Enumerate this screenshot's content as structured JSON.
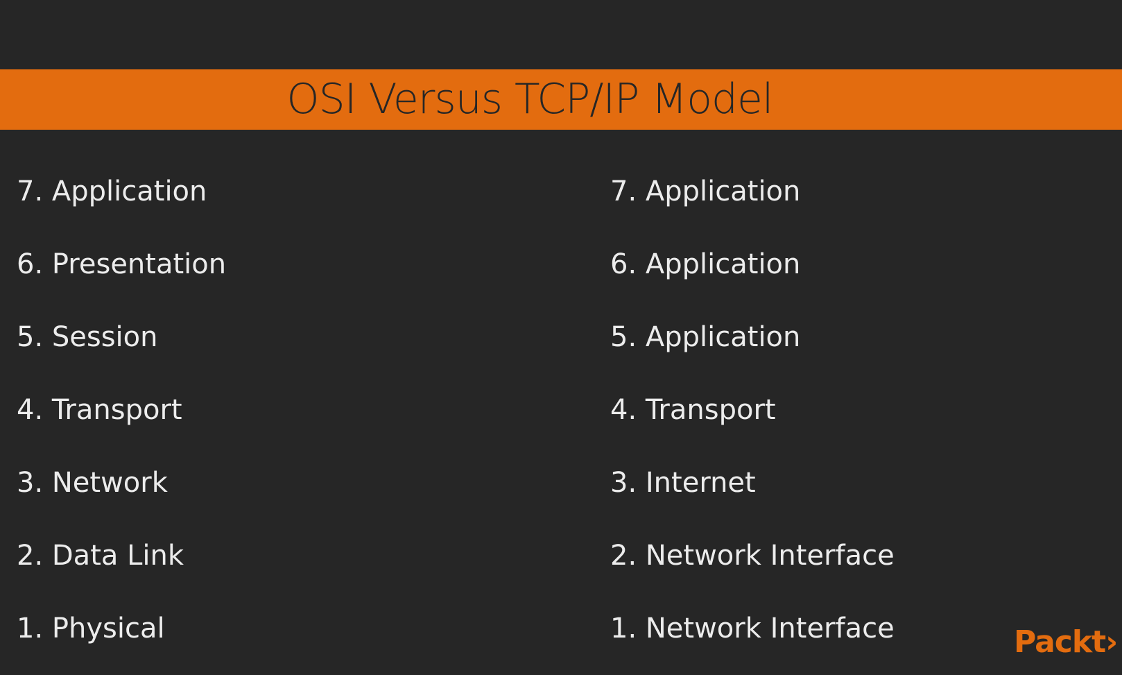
{
  "slide": {
    "title": "OSI Versus TCP/IP Model",
    "accent_color": "#e36c0f",
    "background_color": "#262626"
  },
  "osi_layers": [
    "7. Application",
    "6. Presentation",
    "5. Session",
    "4. Transport",
    "3. Network",
    "2. Data Link",
    "1. Physical"
  ],
  "tcpip_layers": [
    "7. Application",
    "6. Application",
    "5. Application",
    "4. Transport",
    "3. Internet",
    "2. Network Interface",
    "1. Network Interface"
  ],
  "logo": {
    "text": "Packt›"
  }
}
